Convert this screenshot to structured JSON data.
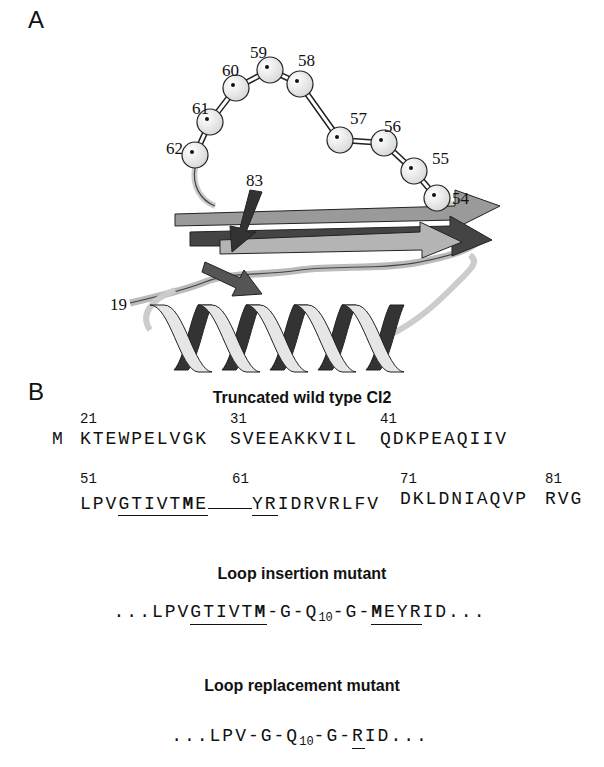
{
  "diagram": {
    "labels": [
      "A",
      "54",
      "55",
      "56",
      "57",
      "58",
      "59",
      "60",
      "61",
      "62",
      "83",
      "19",
      "B",
      "Truncated wild type CI2",
      "21",
      "31",
      "41",
      "M",
      "KTEWPELVGK",
      "SVEEAKKVIL",
      "QDKPEAQIIV",
      "51",
      "61",
      "71",
      "81",
      "LPV",
      "GTIVT",
      "M",
      "E",
      "YR",
      "IDRVRLFV",
      "DKLDNIAQVP",
      "RVG",
      "Loop insertion mutant",
      "...LPV",
      "GTIVT",
      "M",
      "-G-Q",
      "10",
      "-G-",
      "M",
      "EYR",
      "ID...",
      "Loop replacement mutant",
      "...LPV-G-Q",
      "10",
      "-G-",
      "R",
      "ID..."
    ]
  }
}
